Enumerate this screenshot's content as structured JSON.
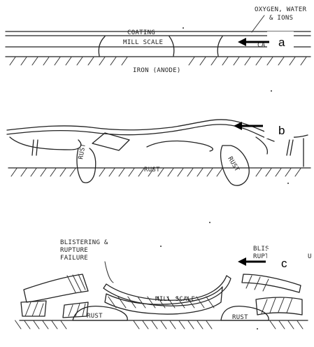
{
  "figure": {
    "panel_a": {
      "callout": "a",
      "labels": {
        "environment": "OXYGEN, WATER",
        "environment_2": "& IONS",
        "coating": "COATING",
        "mill_scale": "MILL SCALE",
        "cathode_partial": "CA",
        "iron": "IRON (ANODE)"
      }
    },
    "panel_b": {
      "callout": "b",
      "labels": {
        "rust_left": "RUST",
        "rust_center": "RUST",
        "rust_right": "RUST"
      }
    },
    "panel_c": {
      "callout": "c",
      "labels": {
        "blister_1": "BLISTERING &",
        "blister_2": "RUPTURE",
        "blister_3": "FAILURE",
        "blister_right_1": "BLIS",
        "blister_right_2": "RUPT",
        "blister_right_u": "U",
        "mill_scale": "MILL SCALE",
        "rust_left": "RUST",
        "rust_right": "RUST"
      }
    }
  }
}
